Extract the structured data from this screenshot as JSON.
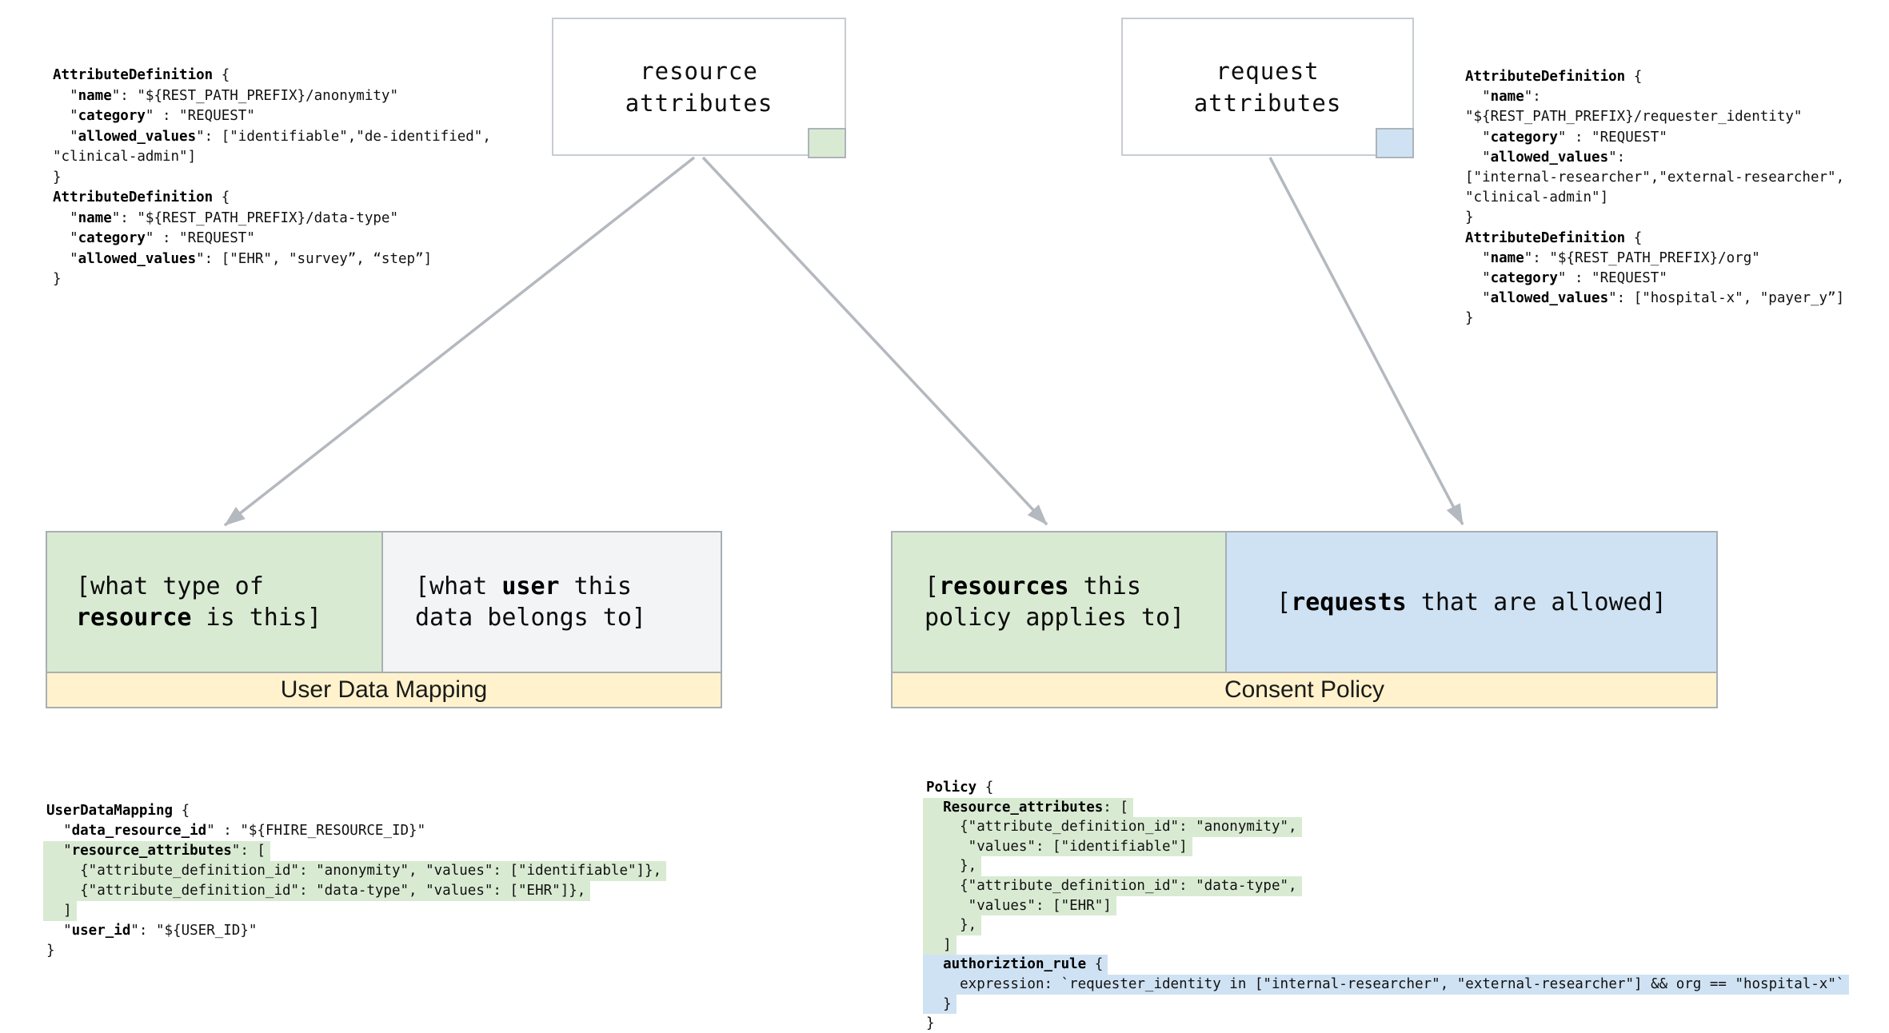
{
  "colors": {
    "resource_green": "#d9ead3",
    "request_blue": "#cfe2f3",
    "label_yellow": "#fff2cc",
    "user_cell_gray": "#f2f4f5",
    "arrow_gray": "#b4b9bf"
  },
  "resource_box": {
    "line1": "resource",
    "line2": "attributes"
  },
  "request_box": {
    "line1": "request",
    "line2": "attributes"
  },
  "user_data_mapping": {
    "title": "User Data Mapping",
    "green_cell": {
      "lines": [
        {
          "parts": [
            {
              "t": "[what type of"
            }
          ]
        },
        {
          "parts": [
            {
              "t": "resource",
              "b": true
            },
            {
              "t": " is this]"
            }
          ]
        }
      ]
    },
    "user_cell": {
      "lines": [
        {
          "parts": [
            {
              "t": "[what "
            },
            {
              "t": "user",
              "b": true
            },
            {
              "t": " this"
            }
          ]
        },
        {
          "parts": [
            {
              "t": "data belongs to]"
            }
          ]
        }
      ]
    }
  },
  "consent_policy": {
    "title": "Consent Policy",
    "green_cell": {
      "lines": [
        {
          "parts": [
            {
              "t": "["
            },
            {
              "t": "resources",
              "b": true
            },
            {
              "t": " this"
            }
          ]
        },
        {
          "parts": [
            {
              "t": "policy applies to]"
            }
          ]
        }
      ]
    },
    "blue_cell": {
      "lines": [
        {
          "parts": [
            {
              "t": "["
            },
            {
              "t": "requests",
              "b": true
            },
            {
              "t": " that are allowed]"
            }
          ]
        }
      ]
    }
  },
  "code_blocks": {
    "resource_attribute_definitions": {
      "lines": [
        {
          "parts": [
            {
              "t": "AttributeDefinition",
              "b": true
            },
            {
              "t": " {"
            }
          ]
        },
        {
          "parts": [
            {
              "t": "  \""
            },
            {
              "t": "name",
              "b": true
            },
            {
              "t": "\": \"${REST_PATH_PREFIX}/anonymity\""
            }
          ]
        },
        {
          "parts": [
            {
              "t": "  \""
            },
            {
              "t": "category",
              "b": true
            },
            {
              "t": "\" : \"REQUEST\""
            }
          ]
        },
        {
          "parts": [
            {
              "t": "  \""
            },
            {
              "t": "allowed_values",
              "b": true
            },
            {
              "t": "\": [\"identifiable\",\"de-identified\","
            }
          ]
        },
        {
          "parts": [
            {
              "t": "\"clinical-admin\"]"
            }
          ]
        },
        {
          "parts": [
            {
              "t": "}"
            }
          ]
        },
        {
          "parts": [
            {
              "t": "AttributeDefinition",
              "b": true
            },
            {
              "t": " {"
            }
          ]
        },
        {
          "parts": [
            {
              "t": "  \""
            },
            {
              "t": "name",
              "b": true
            },
            {
              "t": "\": \"${REST_PATH_PREFIX}/data-type\""
            }
          ]
        },
        {
          "parts": [
            {
              "t": "  \""
            },
            {
              "t": "category",
              "b": true
            },
            {
              "t": "\" : \"REQUEST\""
            }
          ]
        },
        {
          "parts": [
            {
              "t": "  \""
            },
            {
              "t": "allowed_values",
              "b": true
            },
            {
              "t": "\": [\"EHR\", \"survey”, “step”]"
            }
          ]
        },
        {
          "parts": [
            {
              "t": "}"
            }
          ]
        }
      ]
    },
    "request_attribute_definitions": {
      "lines": [
        {
          "parts": [
            {
              "t": "AttributeDefinition",
              "b": true
            },
            {
              "t": " {"
            }
          ]
        },
        {
          "parts": [
            {
              "t": "  \""
            },
            {
              "t": "name",
              "b": true
            },
            {
              "t": "\":"
            }
          ]
        },
        {
          "parts": [
            {
              "t": "\"${REST_PATH_PREFIX}/requester_identity\""
            }
          ]
        },
        {
          "parts": [
            {
              "t": "  \""
            },
            {
              "t": "category",
              "b": true
            },
            {
              "t": "\" : \"REQUEST\""
            }
          ]
        },
        {
          "parts": [
            {
              "t": "  \""
            },
            {
              "t": "allowed_values",
              "b": true
            },
            {
              "t": "\":"
            }
          ]
        },
        {
          "parts": [
            {
              "t": "[\"internal-researcher\",\"external-researcher\","
            }
          ]
        },
        {
          "parts": [
            {
              "t": "\"clinical-admin\"]"
            }
          ]
        },
        {
          "parts": [
            {
              "t": "}"
            }
          ]
        },
        {
          "parts": [
            {
              "t": "AttributeDefinition",
              "b": true
            },
            {
              "t": " {"
            }
          ]
        },
        {
          "parts": [
            {
              "t": "  \""
            },
            {
              "t": "name",
              "b": true
            },
            {
              "t": "\": \"${REST_PATH_PREFIX}/org\""
            }
          ]
        },
        {
          "parts": [
            {
              "t": "  \""
            },
            {
              "t": "category",
              "b": true
            },
            {
              "t": "\" : \"REQUEST\""
            }
          ]
        },
        {
          "parts": [
            {
              "t": "  \""
            },
            {
              "t": "allowed_values",
              "b": true
            },
            {
              "t": "\": [\"hospital-x\", \"payer_y”]"
            }
          ]
        },
        {
          "parts": [
            {
              "t": "}"
            }
          ]
        }
      ]
    },
    "user_data_mapping_example": {
      "lines": [
        {
          "parts": [
            {
              "t": "UserDataMapping",
              "b": true
            },
            {
              "t": " {"
            }
          ]
        },
        {
          "parts": [
            {
              "t": "  \""
            },
            {
              "t": "data_resource_id",
              "b": true
            },
            {
              "t": "\" : \"${FHIRE_RESOURCE_ID}\""
            }
          ]
        },
        {
          "hl": "green",
          "parts": [
            {
              "t": "  \""
            },
            {
              "t": "resource_attributes",
              "b": true
            },
            {
              "t": "\": ["
            }
          ]
        },
        {
          "hl": "green",
          "parts": [
            {
              "t": "    {\"attribute_definition_id\": \"anonymity\", \"values\": [\"identifiable\"]},"
            }
          ]
        },
        {
          "hl": "green",
          "parts": [
            {
              "t": "    {\"attribute_definition_id\": \"data-type\", \"values\": [\"EHR\"]},"
            }
          ]
        },
        {
          "hl": "green",
          "parts": [
            {
              "t": "  ]"
            }
          ]
        },
        {
          "parts": [
            {
              "t": "  \""
            },
            {
              "t": "user_id",
              "b": true
            },
            {
              "t": "\": \"${USER_ID}\""
            }
          ]
        },
        {
          "parts": [
            {
              "t": "}"
            }
          ]
        }
      ]
    },
    "policy_example": {
      "lines": [
        {
          "parts": [
            {
              "t": "Policy",
              "b": true
            },
            {
              "t": " {"
            }
          ]
        },
        {
          "hl": "green",
          "parts": [
            {
              "t": "  "
            },
            {
              "t": "Resource_attributes",
              "b": true
            },
            {
              "t": ": ["
            }
          ]
        },
        {
          "hl": "green",
          "parts": [
            {
              "t": "    {\"attribute_definition_id\": \"anonymity\","
            }
          ]
        },
        {
          "hl": "green",
          "parts": [
            {
              "t": "     \"values\": [\"identifiable\"]"
            }
          ]
        },
        {
          "hl": "green",
          "parts": [
            {
              "t": "    },"
            }
          ]
        },
        {
          "hl": "green",
          "parts": [
            {
              "t": "    {\"attribute_definition_id\": \"data-type\","
            }
          ]
        },
        {
          "hl": "green",
          "parts": [
            {
              "t": "     \"values\": [\"EHR\"]"
            }
          ]
        },
        {
          "hl": "green",
          "parts": [
            {
              "t": "    },"
            }
          ]
        },
        {
          "hl": "green",
          "parts": [
            {
              "t": "  ]"
            }
          ]
        },
        {
          "hl": "blue",
          "parts": [
            {
              "t": "  "
            },
            {
              "t": "authoriztion_rule",
              "b": true
            },
            {
              "t": " {"
            }
          ]
        },
        {
          "hl": "blue",
          "parts": [
            {
              "t": "    expression: `requester_identity in [\"internal-researcher\", \"external-researcher\"] && org == \"hospital-x\"`"
            }
          ]
        },
        {
          "hl": "blue",
          "parts": [
            {
              "t": "  }"
            }
          ]
        },
        {
          "parts": [
            {
              "t": "}"
            }
          ]
        }
      ]
    }
  }
}
